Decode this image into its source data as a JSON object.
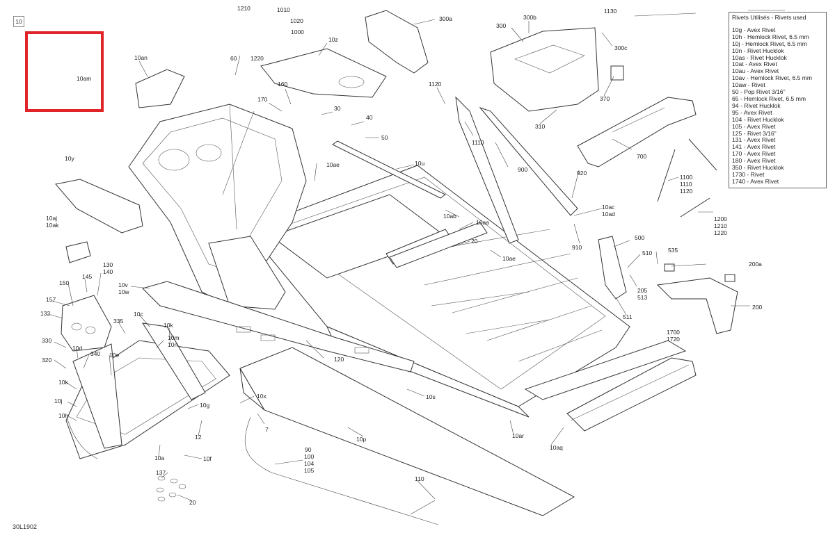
{
  "page_tag": "10",
  "diagram_code": "30L1902",
  "legend": {
    "title": "Rivets Utilisés - Rivets used",
    "items": [
      "10g - Avex Rivet",
      "10h - Hemlock Rivet, 6.5 mm",
      "10j - Hemlock Rivet, 6.5 mm",
      "10n - Rivet Hucklok",
      "10as - Rivet Hucklok",
      "10at - Avex Rivet",
      "10au - Avex Rivet",
      "10av - Hemlock Rivet, 6.5 mm",
      "10aw - Rivet",
      "50 - Pop Rivet 3/16\"",
      "65 - Hemlock Rivet, 6.5 mm",
      "94 - Rivet Hucklok",
      "95 - Avex Rivet",
      "104 - Rivet Hucklok",
      "105 - Avex Rivet",
      "125 - Rivet 3/16\"",
      "131 - Avex Rivet",
      "141 - Avex Rivet",
      "170 - Avex Rivet",
      "180 - Avex Rivet",
      "350 - Rivet Hucklok",
      "1730 - Rivet",
      "1740 - Avex Rivet"
    ]
  },
  "callouts": [
    {
      "id": "c1210",
      "text": "1210"
    },
    {
      "id": "c1010",
      "text": "1010"
    },
    {
      "id": "c1020",
      "text": "1020"
    },
    {
      "id": "c1000",
      "text": "1000"
    },
    {
      "id": "c1220",
      "text": "1220"
    },
    {
      "id": "c300a",
      "text": "300a"
    },
    {
      "id": "c300b",
      "text": "300b"
    },
    {
      "id": "c300",
      "text": "300"
    },
    {
      "id": "c1130",
      "text": "1130"
    },
    {
      "id": "c300c",
      "text": "300c"
    },
    {
      "id": "c370",
      "text": "370"
    },
    {
      "id": "c310",
      "text": "310"
    },
    {
      "id": "c10z",
      "text": "10z"
    },
    {
      "id": "c10an",
      "text": "10an"
    },
    {
      "id": "c60",
      "text": "60"
    },
    {
      "id": "c10am",
      "text": "10am"
    },
    {
      "id": "c160",
      "text": "160"
    },
    {
      "id": "c170",
      "text": "170"
    },
    {
      "id": "c30",
      "text": "30"
    },
    {
      "id": "c40",
      "text": "40"
    },
    {
      "id": "c50",
      "text": "50"
    },
    {
      "id": "c1120",
      "text": "1120"
    },
    {
      "id": "c1110",
      "text": "1110"
    },
    {
      "id": "c700",
      "text": "700"
    },
    {
      "id": "c10y",
      "text": "10y"
    },
    {
      "id": "c10ae1",
      "text": "10ae"
    },
    {
      "id": "c10u",
      "text": "10u"
    },
    {
      "id": "c900",
      "text": "900"
    },
    {
      "id": "c920",
      "text": "920"
    },
    {
      "id": "c1100",
      "text": "1100"
    },
    {
      "id": "c1110b",
      "text": "1110"
    },
    {
      "id": "c1120b",
      "text": "1120"
    },
    {
      "id": "c10aj",
      "text": "10aj"
    },
    {
      "id": "c10ak",
      "text": "10ak"
    },
    {
      "id": "c10ab",
      "text": "10ab"
    },
    {
      "id": "c10aa",
      "text": "10aa"
    },
    {
      "id": "c10ac",
      "text": "10ac"
    },
    {
      "id": "c10ad",
      "text": "10ad"
    },
    {
      "id": "c1200",
      "text": "1200"
    },
    {
      "id": "c1210b",
      "text": "1210"
    },
    {
      "id": "c1220b",
      "text": "1220"
    },
    {
      "id": "c20a",
      "text": "20"
    },
    {
      "id": "c910",
      "text": "910"
    },
    {
      "id": "c500",
      "text": "500"
    },
    {
      "id": "c510",
      "text": "510"
    },
    {
      "id": "c535",
      "text": "535"
    },
    {
      "id": "c200a",
      "text": "200a"
    },
    {
      "id": "c10ae2",
      "text": "10ae"
    },
    {
      "id": "c130",
      "text": "130"
    },
    {
      "id": "c140",
      "text": "140"
    },
    {
      "id": "c150",
      "text": "150"
    },
    {
      "id": "c145",
      "text": "145"
    },
    {
      "id": "c10v",
      "text": "10v"
    },
    {
      "id": "c10w",
      "text": "10w"
    },
    {
      "id": "c205",
      "text": "205"
    },
    {
      "id": "c513",
      "text": "513"
    },
    {
      "id": "c157",
      "text": "157"
    },
    {
      "id": "c132",
      "text": "132"
    },
    {
      "id": "c335",
      "text": "335"
    },
    {
      "id": "c10c",
      "text": "10c"
    },
    {
      "id": "c10k1",
      "text": "10k"
    },
    {
      "id": "c200",
      "text": "200"
    },
    {
      "id": "c511",
      "text": "511"
    },
    {
      "id": "c1700",
      "text": "1700"
    },
    {
      "id": "c1720",
      "text": "1720"
    },
    {
      "id": "c330",
      "text": "330"
    },
    {
      "id": "c10d",
      "text": "10d"
    },
    {
      "id": "c10m",
      "text": "10m"
    },
    {
      "id": "c10n",
      "text": "10n"
    },
    {
      "id": "c340",
      "text": "340"
    },
    {
      "id": "c10e",
      "text": "10e"
    },
    {
      "id": "c120",
      "text": "120"
    },
    {
      "id": "c320",
      "text": "320"
    },
    {
      "id": "c10k2",
      "text": "10k"
    },
    {
      "id": "c10j",
      "text": "10j"
    },
    {
      "id": "c10x",
      "text": "10x"
    },
    {
      "id": "c10s",
      "text": "10s"
    },
    {
      "id": "c10g",
      "text": "10g"
    },
    {
      "id": "c10h",
      "text": "10h"
    },
    {
      "id": "c12",
      "text": "12"
    },
    {
      "id": "c7",
      "text": "7"
    },
    {
      "id": "c10ar",
      "text": "10ar"
    },
    {
      "id": "c10aq",
      "text": "10aq"
    },
    {
      "id": "c10p",
      "text": "10p"
    },
    {
      "id": "c10a",
      "text": "10a"
    },
    {
      "id": "c10f",
      "text": "10f"
    },
    {
      "id": "c90",
      "text": "90"
    },
    {
      "id": "c100",
      "text": "100"
    },
    {
      "id": "c104",
      "text": "104"
    },
    {
      "id": "c105",
      "text": "105"
    },
    {
      "id": "c137",
      "text": "137"
    },
    {
      "id": "c110",
      "text": "110"
    },
    {
      "id": "c20b",
      "text": "20"
    }
  ]
}
